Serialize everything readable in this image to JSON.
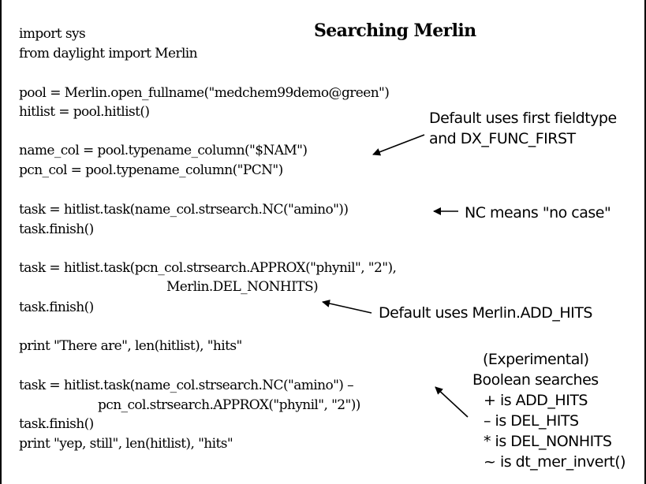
{
  "slide": {
    "title": "Searching Merlin",
    "code_lines": [
      "import sys",
      "from daylight import Merlin",
      "pool = Merlin.open_fullname(\"medchem99demo@green\")",
      "hitlist = pool.hitlist()",
      "name_col = pool.typename_column(\"$NAM\")",
      "pcn_col = pool.typename_column(\"PCN\")",
      "task = hitlist.task(name_col.strsearch.NC(\"amino\"))",
      "task.finish()",
      "task = hitlist.task(pcn_col.strsearch.APPROX(\"phynil\", \"2\"),",
      "Merlin.DEL_NONHITS)",
      "task.finish()",
      "print \"There are\", len(hitlist), \"hits\"",
      "task = hitlist.task(name_col.strsearch.NC(\"amino\") –",
      "pcn_col.strsearch.APPROX(\"phynil\", \"2\"))",
      "task.finish()",
      "print \"yep, still\", len(hitlist), \"hits\""
    ],
    "annotations": {
      "default_fieldtype": [
        "Default uses first fieldtype",
        "and DX_FUNC_FIRST"
      ],
      "no_case": "NC means \"no case\"",
      "add_hits": "Default uses Merlin.ADD_HITS",
      "boolean": [
        "(Experimental)",
        "Boolean searches",
        "+ is ADD_HITS",
        "– is DEL_HITS",
        "* is DEL_NONHITS",
        "~ is dt_mer_invert()"
      ]
    }
  }
}
